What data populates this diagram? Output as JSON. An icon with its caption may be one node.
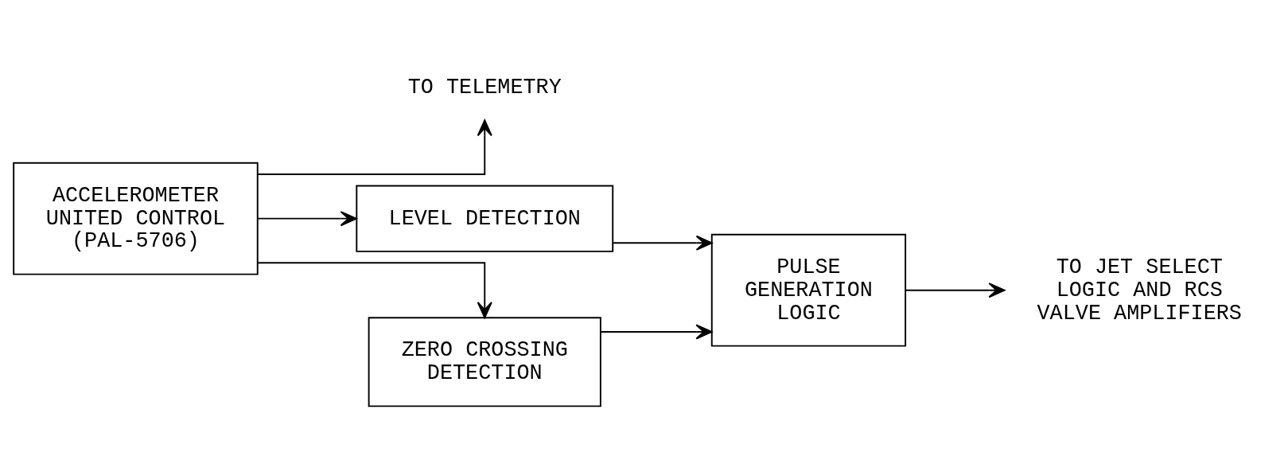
{
  "diagram": {
    "nodes": [
      {
        "text": [
          "ACCELEROMETER UNITED CONTROL (PAL-5706)"
        ]
      },
      {
        "text": [
          "TO TELEMETRY"
        ]
      },
      {
        "text": [
          "LEVEL DETECTION"
        ]
      },
      {
        "text": [
          "ZERO CROSSING DETECTION"
        ]
      },
      {
        "text": [
          "PULSE GENERATION LOGIC"
        ]
      },
      {
        "text": [
          "TO JET SELECT LOGIC AND RCS VALVE AMPLIFIERS"
        ]
      }
    ],
    "edges": [
      {
        "from": 0,
        "to": 1,
        "arrow": "to"
      },
      {
        "from": 0,
        "to": 2,
        "arrow": "to"
      },
      {
        "from": 0,
        "to": 3,
        "arrow": "to"
      },
      {
        "from": 2,
        "to": 4,
        "arrow": "to"
      },
      {
        "from": 3,
        "to": 4,
        "arrow": "to"
      },
      {
        "from": 4,
        "to": 5,
        "arrow": "to"
      }
    ]
  }
}
